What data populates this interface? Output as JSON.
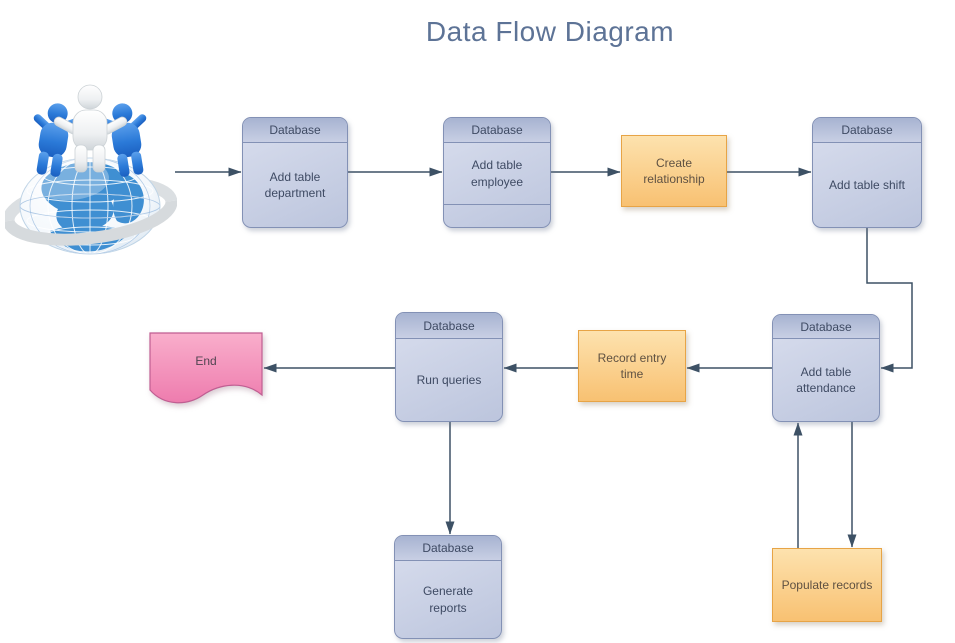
{
  "title": "Data Flow Diagram",
  "palette": {
    "title-color": "#5d7396",
    "db-fill-top": "#d9deee",
    "db-fill-bottom": "#bcc5dd",
    "db-header-top": "#a7b3d1",
    "db-header-bottom": "#c8cfe4",
    "db-border": "#8391b5",
    "db-text": "#3e4a63",
    "process-fill-top": "#fde2ae",
    "process-fill-bottom": "#f8c172",
    "process-border": "#e7a446",
    "process-text": "#5f5142",
    "end-fill-top": "#f9aecb",
    "end-fill-bottom": "#ee7cae",
    "end-border": "#c05e92",
    "end-text": "#514551",
    "connector": "#3d5165"
  },
  "icons": {
    "start": "globe-people-icon"
  },
  "nodes": {
    "department": {
      "header": "Database",
      "label": "Add table department"
    },
    "employee": {
      "header": "Database",
      "label": "Add table employee"
    },
    "create_relationship": {
      "label": "Create relationship"
    },
    "shift": {
      "header": "Database",
      "label": "Add table shift"
    },
    "attendance": {
      "header": "Database",
      "label": "Add table attendance"
    },
    "record_entry": {
      "label": "Record entry time"
    },
    "run_queries": {
      "header": "Database",
      "label": "Run queries"
    },
    "end": {
      "label": "End"
    },
    "generate_reports": {
      "header": "Database",
      "label": "Generate reports"
    },
    "populate_records": {
      "label": "Populate records"
    }
  }
}
